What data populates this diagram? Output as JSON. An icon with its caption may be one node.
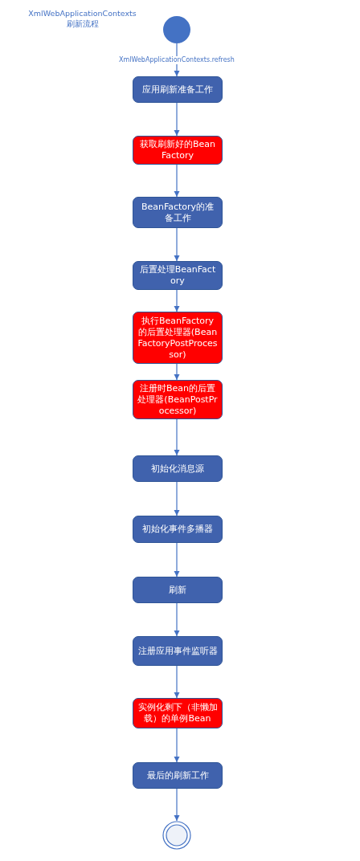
{
  "diagram": {
    "title": "XmlWebApplicationContexts 刷新流程",
    "nodes": [
      {
        "text": [],
        "shape": "circle"
      },
      {
        "text": [
          "应用刷新准备工作"
        ]
      },
      {
        "text": [
          "获取刷新好的BeanFactory"
        ]
      },
      {
        "text": [
          "BeanFactory的准备工作"
        ]
      },
      {
        "text": [
          "后置处理BeanFactory"
        ]
      },
      {
        "text": [
          "执行BeanFactory的后置处理器(BeanFactoryPostProcessor)"
        ]
      },
      {
        "text": [
          "注册时Bean的后置处理器(BeanPostProcessor)"
        ]
      },
      {
        "text": [
          "初始化消息源"
        ]
      },
      {
        "text": [
          "初始化事件多播器"
        ]
      },
      {
        "text": [
          "刷新"
        ]
      },
      {
        "text": [
          "注册应用事件监听器"
        ]
      },
      {
        "text": [
          "实例化剩下（非懒加载）的单例Bean"
        ]
      },
      {
        "text": [
          "最后的刷新工作"
        ]
      },
      {
        "text": [],
        "shape": "circle"
      }
    ],
    "edges": [
      {
        "from": 0,
        "to": 1,
        "arrow": "to",
        "label": "XmlWebApplicationContexts.refresh"
      },
      {
        "from": 1,
        "to": 2,
        "arrow": "to"
      },
      {
        "from": 2,
        "to": 3,
        "arrow": "to"
      },
      {
        "from": 3,
        "to": 4,
        "arrow": "to"
      },
      {
        "from": 4,
        "to": 5,
        "arrow": "to"
      },
      {
        "from": 5,
        "to": 6,
        "arrow": "to"
      },
      {
        "from": 6,
        "to": 7,
        "arrow": "to"
      },
      {
        "from": 7,
        "to": 8,
        "arrow": "to"
      },
      {
        "from": 8,
        "to": 9,
        "arrow": "to"
      },
      {
        "from": 9,
        "to": 10,
        "arrow": "to"
      },
      {
        "from": 10,
        "to": 11,
        "arrow": "to"
      },
      {
        "from": 11,
        "to": 12,
        "arrow": "to"
      },
      {
        "from": 12,
        "to": 13,
        "arrow": "to"
      }
    ]
  }
}
